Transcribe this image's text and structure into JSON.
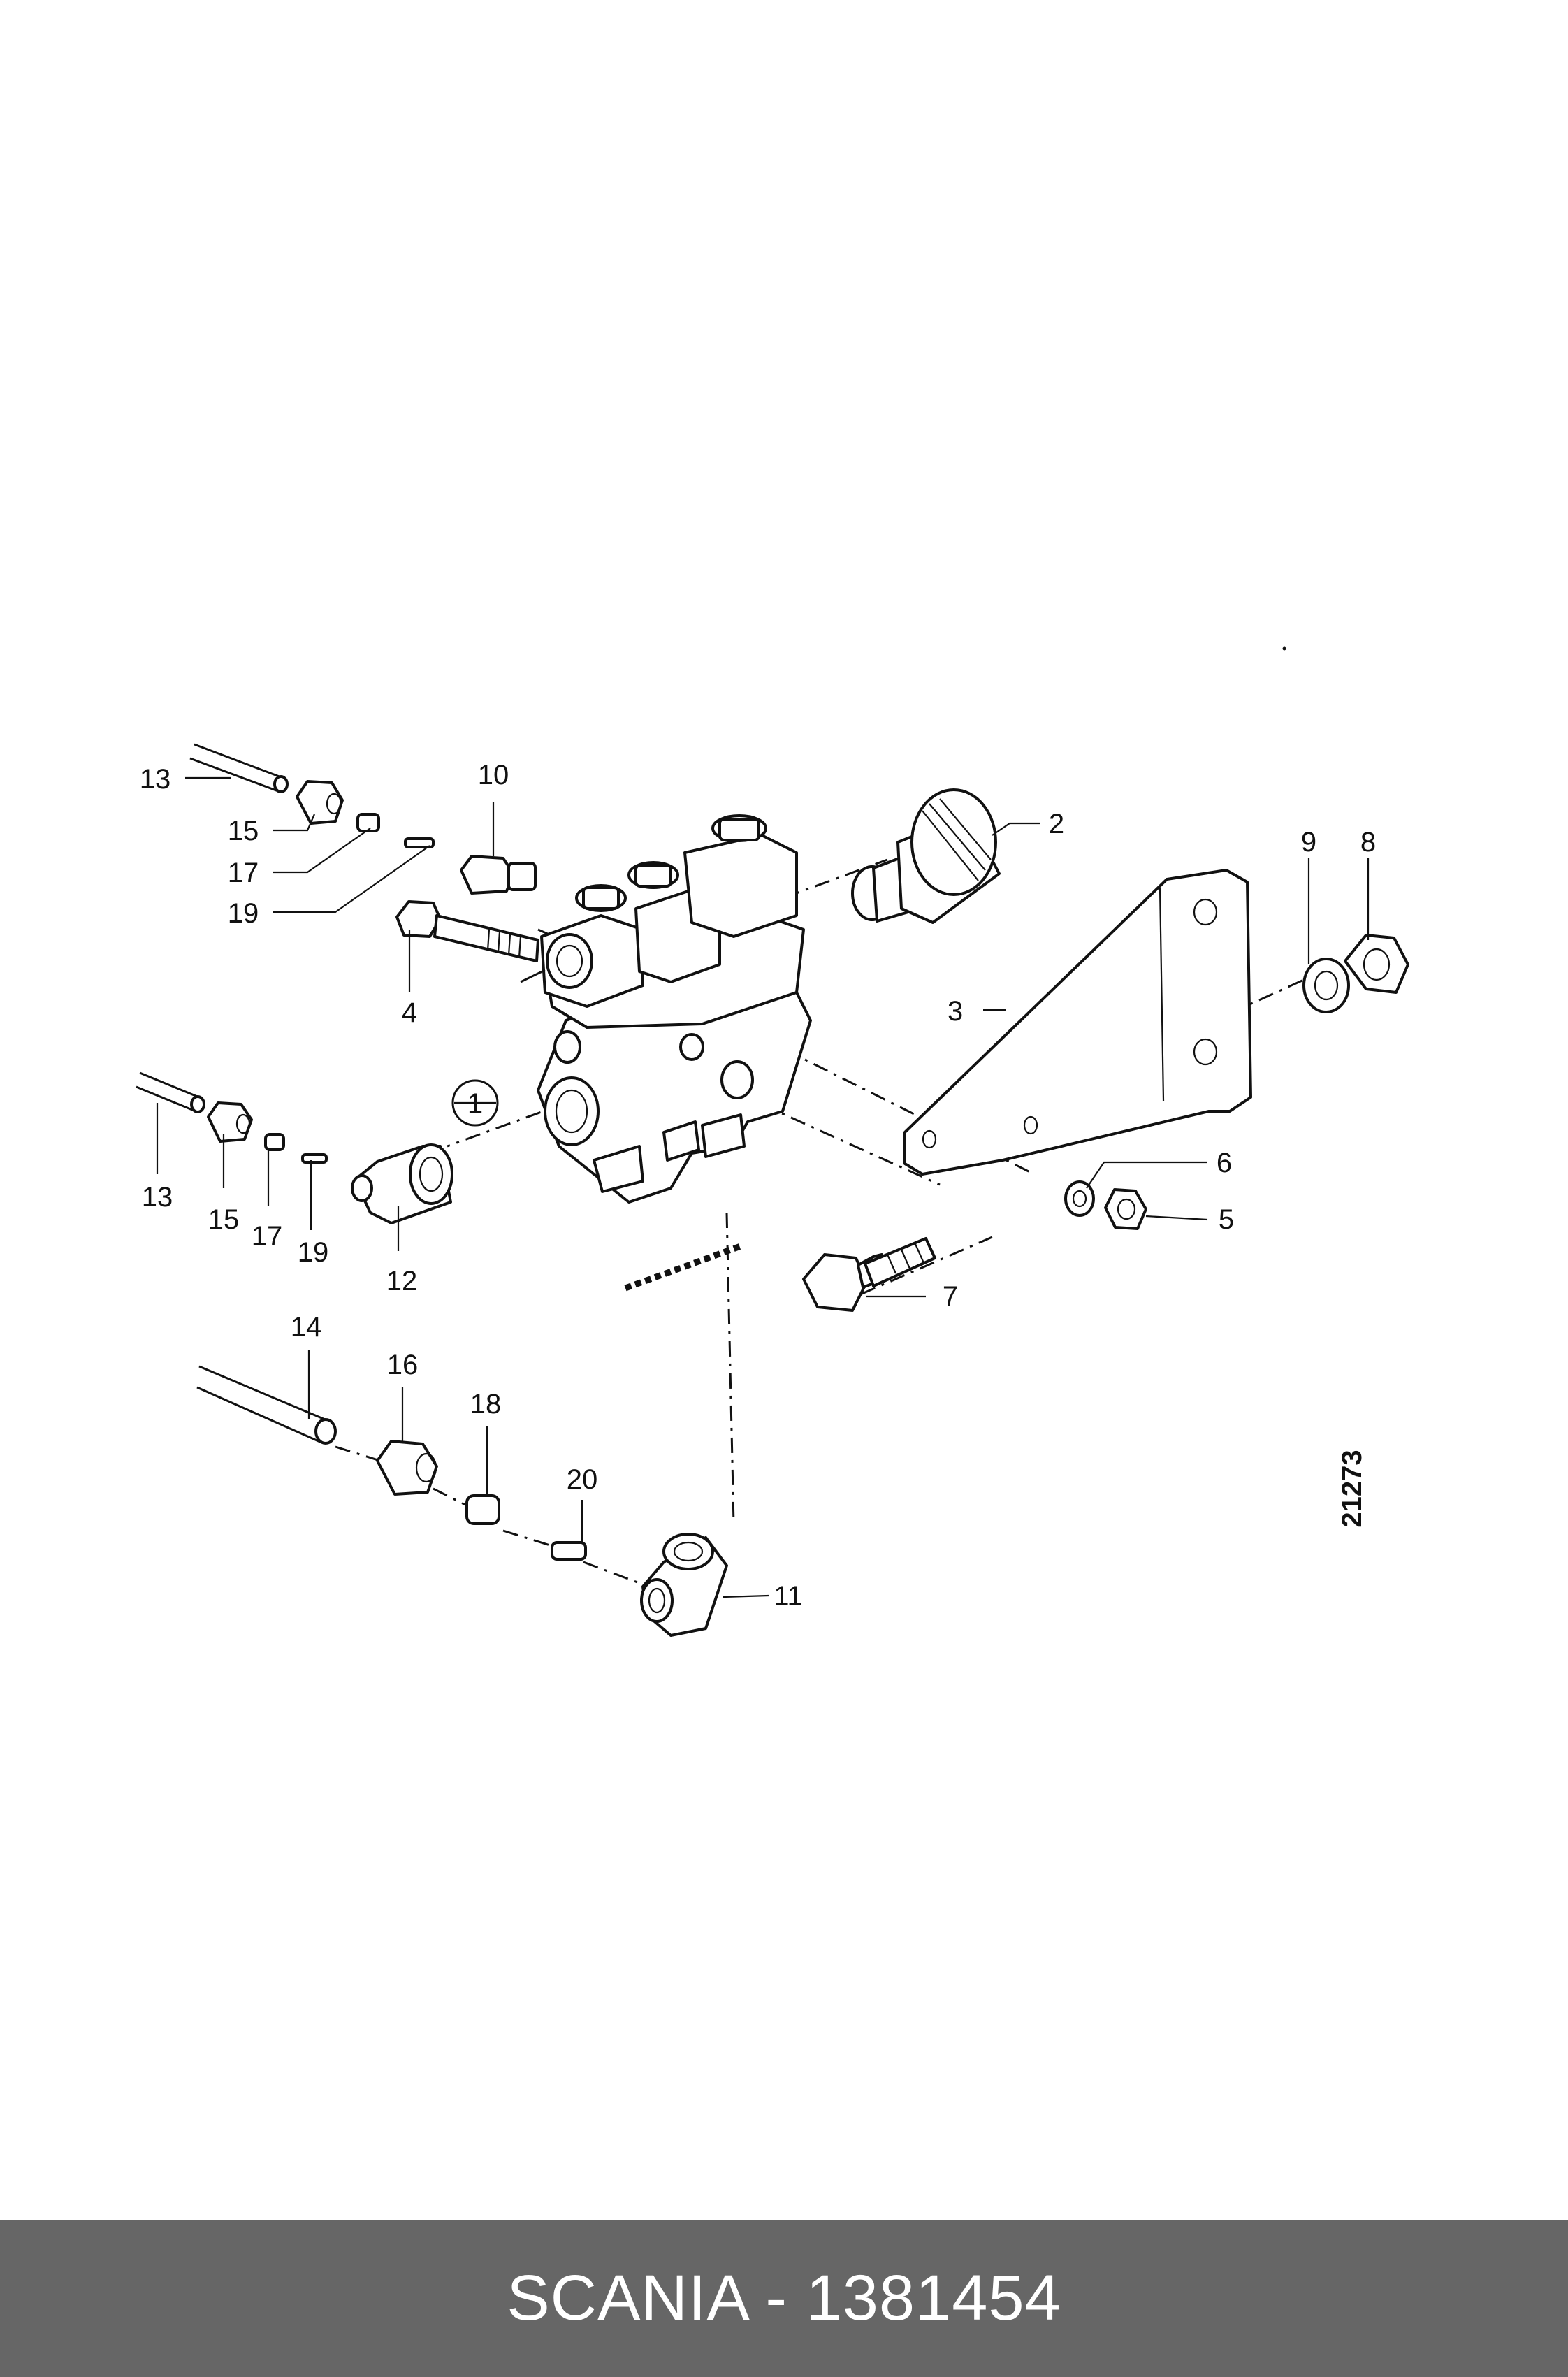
{
  "drawing": {
    "number": "21273",
    "part_labels": {
      "p1": "1",
      "p2": "2",
      "p3": "3",
      "p4": "4",
      "p5": "5",
      "p6": "6",
      "p7": "7",
      "p8": "8",
      "p9": "9",
      "p10": "10",
      "p11": "11",
      "p12": "12",
      "p13a": "13",
      "p13b": "13",
      "p14": "14",
      "p15a": "15",
      "p15b": "15",
      "p16": "16",
      "p17a": "17",
      "p17b": "17",
      "p18": "18",
      "p19a": "19",
      "p19b": "19",
      "p20": "20"
    }
  },
  "footer": {
    "caption": "SCANIA - 1381454",
    "background": "#666666",
    "text_color": "#ffffff"
  }
}
